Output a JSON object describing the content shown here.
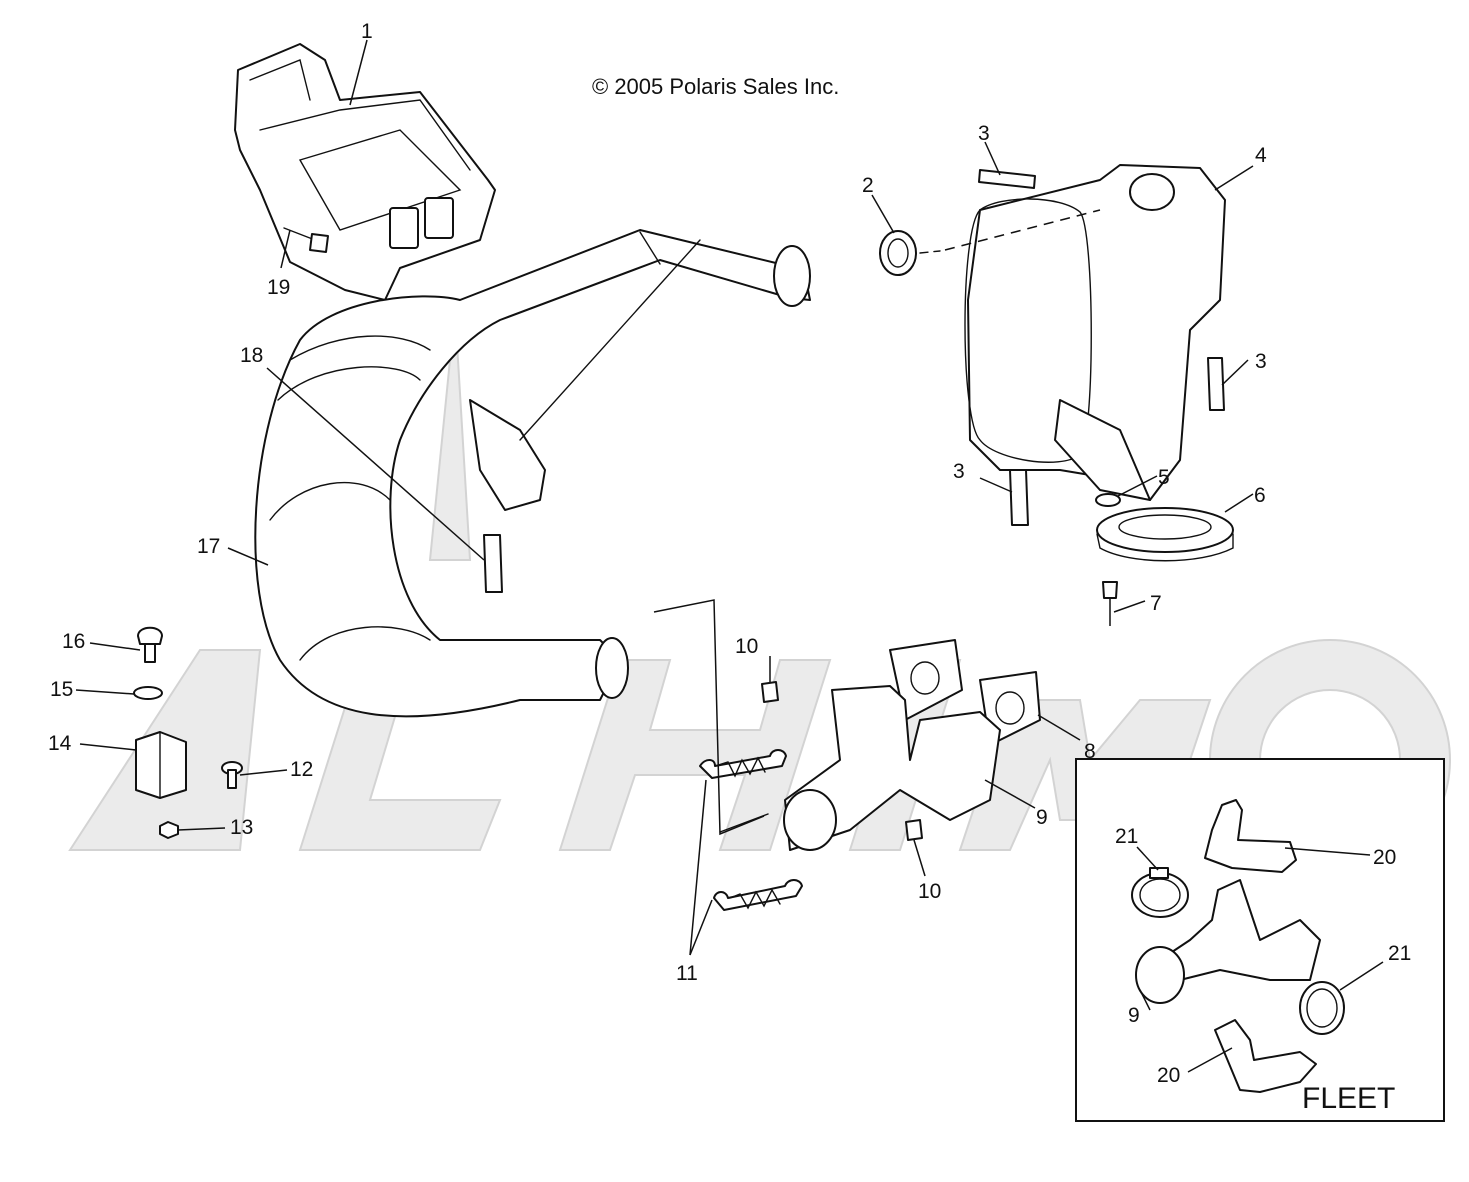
{
  "copyright": "© 2005 Polaris Sales Inc.",
  "inset": {
    "label": "FLEET"
  },
  "watermark": "ACHIMOTO",
  "callouts": {
    "c1": "1",
    "c2": "2",
    "c3a": "3",
    "c3b": "3",
    "c3c": "3",
    "c4": "4",
    "c5": "5",
    "c6": "6",
    "c7": "7",
    "c8": "8",
    "c9": "9",
    "c10a": "10",
    "c10b": "10",
    "c11": "11",
    "c12": "12",
    "c13": "13",
    "c14": "14",
    "c15": "15",
    "c16": "16",
    "c17": "17",
    "c18": "18",
    "c19": "19",
    "f21a": "21",
    "f20a": "20",
    "f21b": "21",
    "f9": "9",
    "f20b": "20"
  }
}
